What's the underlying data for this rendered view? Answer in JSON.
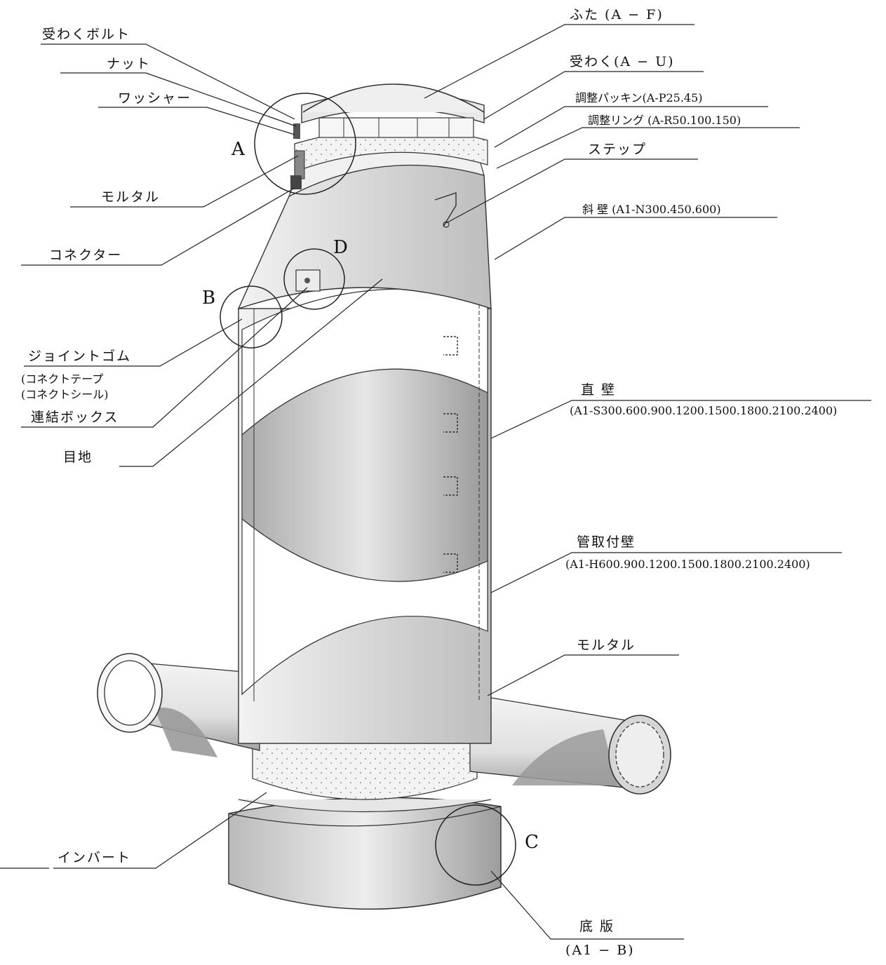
{
  "labels": {
    "ukewaku_bolt": "受わくボルト",
    "nut": "ナット",
    "washer": "ワッシャー",
    "mortar_top": "モルタル",
    "connector": "コネクター",
    "joint_rubber": "ジョイントゴム",
    "connect_tape": "(コネクトテープ",
    "connect_seal": "(コネクトシール)",
    "renketsu_box": "連結ボックス",
    "medi": "目地",
    "invert": "インバート",
    "futa": "ふた (A − F)",
    "ukewaku": "受わく(A − U)",
    "packing": "調整パッキン(A-P25.45)",
    "ring": "調整リング (A-R50.100.150)",
    "step": "ステップ",
    "shahekimain": "斜 壁 (A1-N300.450.600)",
    "chokuheki": "直 壁",
    "chokuheki_spec": "(A1-S300.600.900.1200.1500.1800.2100.2400)",
    "kantori": "管取付壁",
    "kantori_spec": "(A1-H600.900.1200.1500.1800.2100.2400)",
    "mortar_right": "モルタル",
    "teiban": "底 版",
    "teiban_spec": "(A1 − B)"
  },
  "detail_markers": {
    "a": "A",
    "b": "B",
    "c": "C",
    "d": "D"
  }
}
